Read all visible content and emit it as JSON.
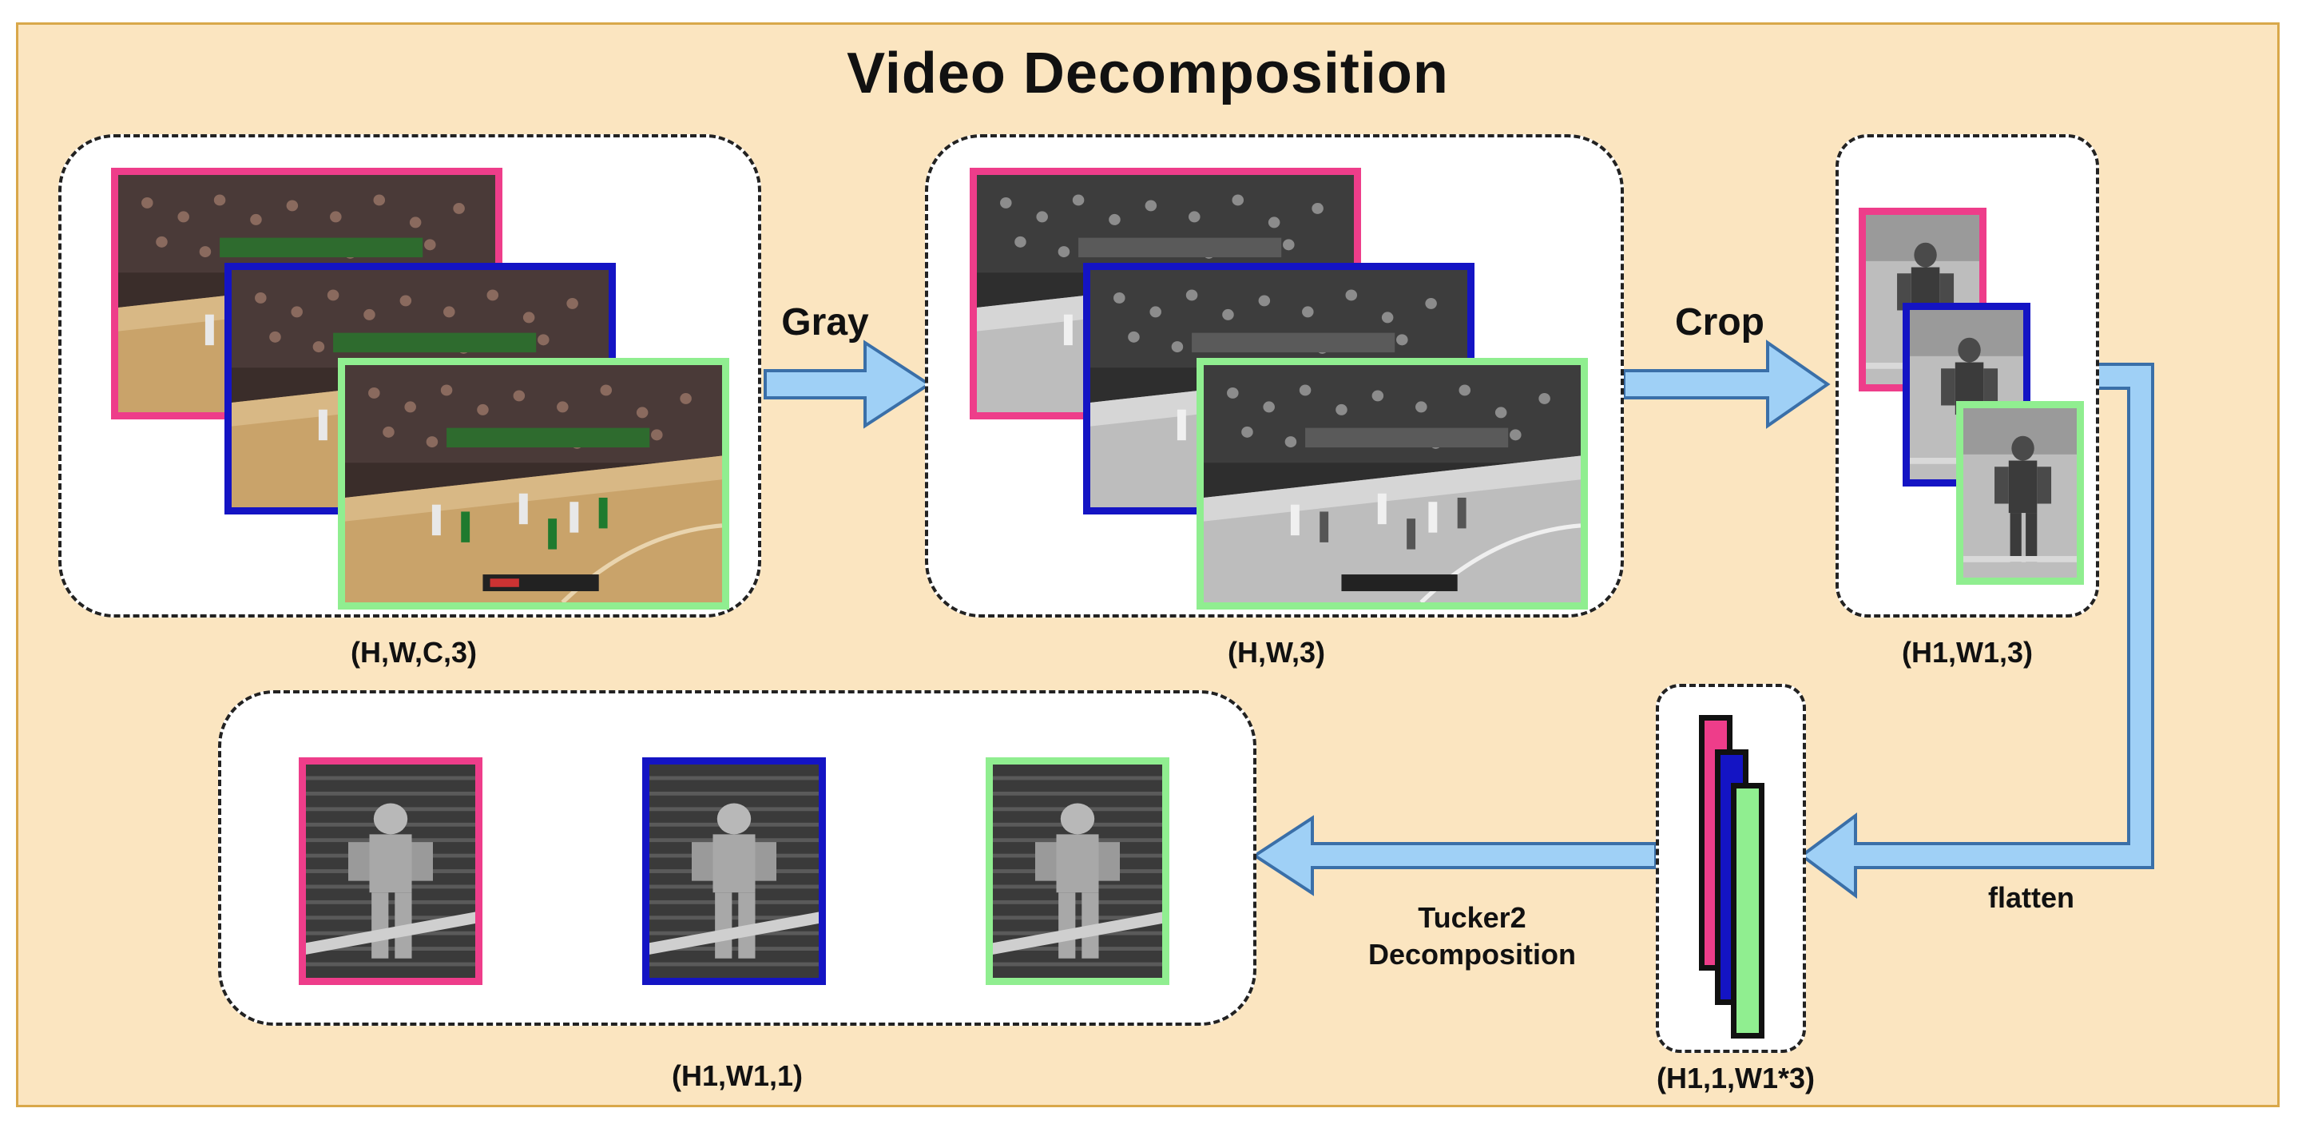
{
  "title": "Video Decomposition",
  "stages": {
    "color": {
      "dims": "(H,W,C,3)"
    },
    "gray": {
      "dims": "(H,W,3)"
    },
    "crop": {
      "dims": "(H1,W1,3)"
    },
    "flat": {
      "dims": "(H1,1,W1*3)"
    },
    "result": {
      "dims": "(H1,W1,1)"
    }
  },
  "arrows": {
    "gray": "Gray",
    "crop": "Crop",
    "flatten": "flatten",
    "tucker_line1": "Tucker2",
    "tucker_line2": "Decomposition"
  },
  "colors": {
    "frame1": "#ee3d8a",
    "frame2": "#1414c4",
    "frame3": "#90ee90",
    "arrow_fill": "#9fd0f6",
    "arrow_stroke": "#3a6fa8",
    "background": "#fbe5c0"
  }
}
